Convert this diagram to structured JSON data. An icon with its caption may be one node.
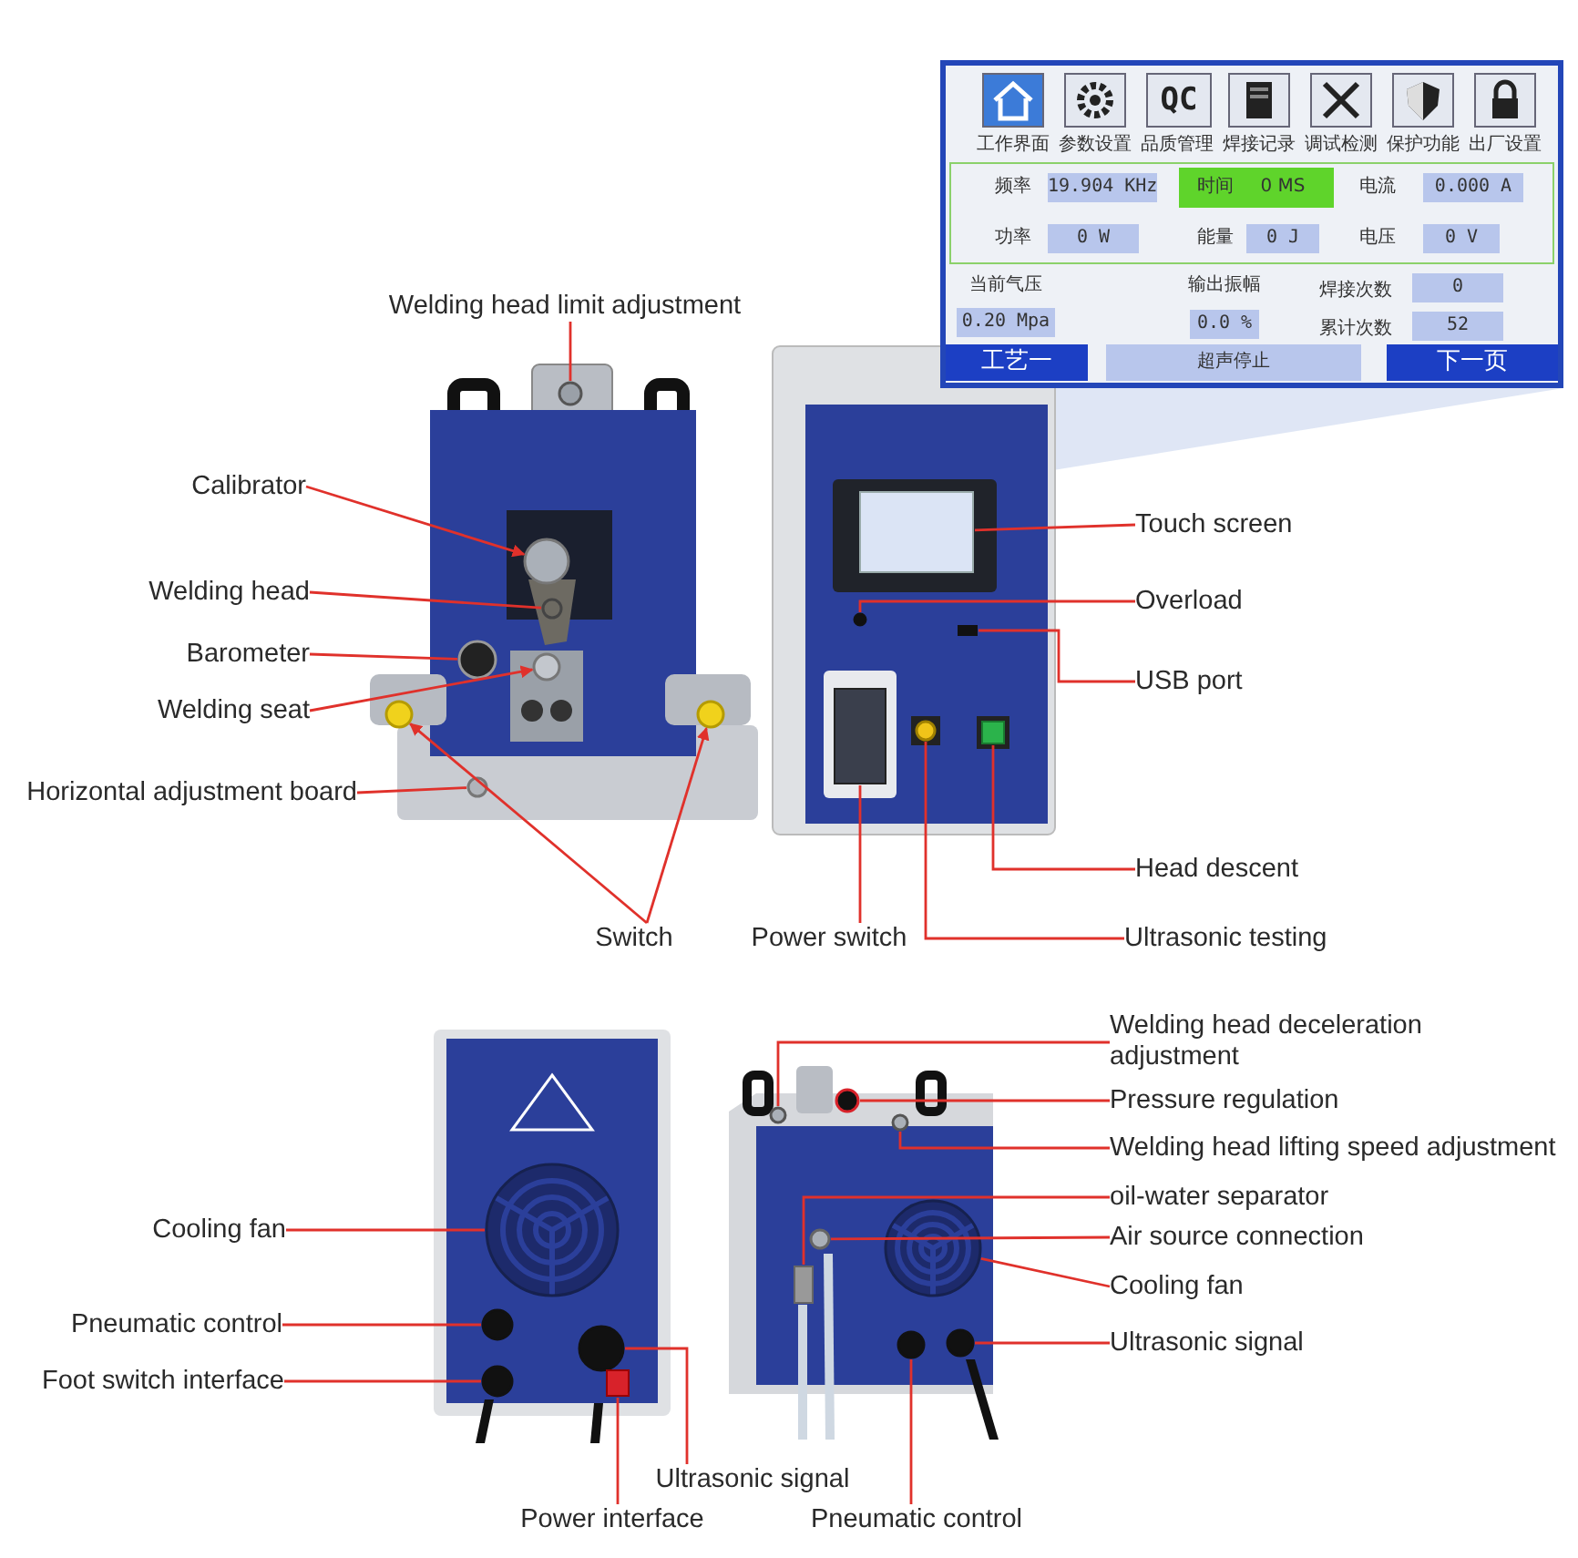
{
  "diagram": {
    "nodes": [
      {
        "text": [
          "Welding head limit adjustment"
        ]
      },
      {
        "text": [
          "Calibrator"
        ]
      },
      {
        "text": [
          "Welding head"
        ]
      },
      {
        "text": [
          "Barometer"
        ]
      },
      {
        "text": [
          "Welding seat"
        ]
      },
      {
        "text": [
          "Horizontal adjustment board"
        ]
      },
      {
        "text": [
          "Switch"
        ]
      },
      {
        "text": [
          "Touch screen"
        ]
      },
      {
        "text": [
          "Overload"
        ]
      },
      {
        "text": [
          "USB port"
        ]
      },
      {
        "text": [
          "Head descent"
        ]
      },
      {
        "text": [
          "Ultrasonic testing"
        ]
      },
      {
        "text": [
          "Power switch"
        ]
      },
      {
        "text": [
          "Cooling fan"
        ]
      },
      {
        "text": [
          "Pneumatic control"
        ]
      },
      {
        "text": [
          "Foot switch interface"
        ]
      },
      {
        "text": [
          "Ultrasonic signal"
        ]
      },
      {
        "text": [
          "Power interface"
        ]
      },
      {
        "text": [
          "Pneumatic control"
        ]
      },
      {
        "text": [
          "Welding head deceleration adjustment"
        ]
      },
      {
        "text": [
          "Pressure regulation"
        ]
      },
      {
        "text": [
          "Welding head lifting speed adjustment"
        ]
      },
      {
        "text": [
          "oil-water separator"
        ]
      },
      {
        "text": [
          "Air source connection"
        ]
      },
      {
        "text": [
          "Cooling fan"
        ]
      },
      {
        "text": [
          "Ultrasonic signal"
        ]
      },
      {
        "text": [],
        "shape": "circle"
      },
      {
        "text": [],
        "shape": "circle"
      },
      {
        "text": [],
        "shape": "circle"
      },
      {
        "text": [],
        "shape": "circle"
      },
      {
        "text": [],
        "shape": "circle"
      },
      {
        "text": [],
        "shape": "circle"
      },
      {
        "text": [],
        "shape": "circle"
      },
      {
        "text": [],
        "shape": "circle"
      },
      {
        "text": [],
        "shape": "box"
      },
      {
        "text": [],
        "shape": "circle"
      },
      {
        "text": [],
        "shape": "box"
      },
      {
        "text": [],
        "shape": "box"
      },
      {
        "text": [],
        "shape": "circle"
      },
      {
        "text": [],
        "shape": "box"
      },
      {
        "text": [],
        "shape": "circle"
      },
      {
        "text": [],
        "shape": "circle"
      },
      {
        "text": [],
        "shape": "circle"
      },
      {
        "text": [],
        "shape": "circle"
      },
      {
        "text": [],
        "shape": "box"
      },
      {
        "text": [],
        "shape": "circle"
      },
      {
        "text": [],
        "shape": "circle"
      },
      {
        "text": [],
        "shape": "circle"
      },
      {
        "text": [],
        "shape": "circle"
      },
      {
        "text": [],
        "shape": "box"
      },
      {
        "text": [],
        "shape": "circle"
      },
      {
        "text": [],
        "shape": "circle"
      },
      {
        "text": [],
        "shape": "circle"
      }
    ],
    "edges": [
      {
        "from": 0,
        "to": 26,
        "arrow": "none"
      },
      {
        "from": 1,
        "to": 27,
        "arrow": "to"
      },
      {
        "from": 2,
        "to": 28,
        "arrow": "none"
      },
      {
        "from": 3,
        "to": 29,
        "arrow": "none"
      },
      {
        "from": 4,
        "to": 30,
        "arrow": "to"
      },
      {
        "from": 5,
        "to": 31,
        "arrow": "none"
      },
      {
        "from": 6,
        "to": 32,
        "arrow": "to"
      },
      {
        "from": 6,
        "to": 33,
        "arrow": "to"
      },
      {
        "from": 7,
        "to": 34,
        "arrow": "none"
      },
      {
        "from": 8,
        "to": 35,
        "arrow": "none"
      },
      {
        "from": 9,
        "to": 36,
        "arrow": "none"
      },
      {
        "from": 10,
        "to": 37,
        "arrow": "none"
      },
      {
        "from": 11,
        "to": 38,
        "arrow": "none"
      },
      {
        "from": 12,
        "to": 39,
        "arrow": "none"
      },
      {
        "from": 13,
        "to": 40,
        "arrow": "none"
      },
      {
        "from": 14,
        "to": 41,
        "arrow": "none"
      },
      {
        "from": 15,
        "to": 42,
        "arrow": "none"
      },
      {
        "from": 16,
        "to": 43,
        "arrow": "none"
      },
      {
        "from": 17,
        "to": 44,
        "arrow": "none"
      },
      {
        "from": 18,
        "to": 45,
        "arrow": "none"
      },
      {
        "from": 19,
        "to": 46,
        "arrow": "none"
      },
      {
        "from": 20,
        "to": 47,
        "arrow": "none"
      },
      {
        "from": 21,
        "to": 48,
        "arrow": "none"
      },
      {
        "from": 22,
        "to": 49,
        "arrow": "none"
      },
      {
        "from": 23,
        "to": 50,
        "arrow": "none"
      },
      {
        "from": 24,
        "to": 51,
        "arrow": "none"
      },
      {
        "from": 25,
        "to": 52,
        "arrow": "none"
      }
    ],
    "labels": [
      "QC",
      "工作界面",
      "参数设置",
      "品质管理",
      "焊接记录",
      "调试检测",
      "保护功能",
      "出厂设置",
      "频率",
      "19.904 KHz",
      "时间",
      "0 MS",
      "电流",
      "0.000 A",
      "功率",
      "0 W",
      "能量",
      "0 J",
      "电压",
      "0 V",
      "当前气压",
      "0.20 Mpa",
      "输出振幅",
      "0.0 %",
      "焊接次数",
      "0",
      "累计次数",
      "52",
      "工艺一",
      "超声停止",
      "下一页"
    ]
  }
}
